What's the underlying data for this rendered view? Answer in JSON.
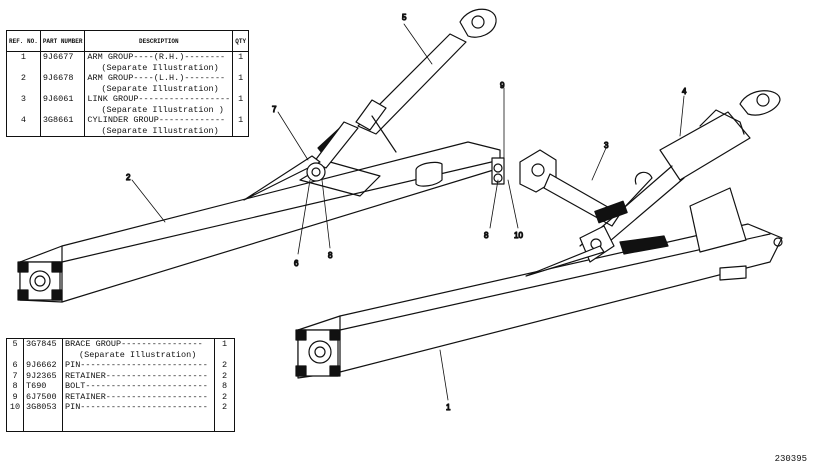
{
  "table_top": {
    "headers": {
      "ref": "REF. NO.",
      "part": "PART NUMBER",
      "desc": "DESCRIPTION",
      "qty": "QTY"
    },
    "rows": [
      {
        "ref": "1",
        "part": "9J6677",
        "desc": "ARM GROUP----(R.H.)--------",
        "qty": "1",
        "sub": "(Separate Illustration)"
      },
      {
        "ref": "2",
        "part": "9J6678",
        "desc": "ARM GROUP----(L.H.)--------",
        "qty": "1",
        "sub": "(Separate Illustration)"
      },
      {
        "ref": "3",
        "part": "9J6061",
        "desc": "LINK GROUP------------------",
        "qty": "1",
        "sub": "(Separate Illustration )"
      },
      {
        "ref": "4",
        "part": "3G8661",
        "desc": "CYLINDER GROUP-------------",
        "qty": "1",
        "sub": "(Separate Illustration)"
      }
    ]
  },
  "table_bottom": {
    "rows": [
      {
        "ref": "5",
        "part": "3G7845",
        "desc": "BRACE GROUP----------------",
        "qty": "1",
        "sub": "(Separate Illustration)"
      },
      {
        "ref": "6",
        "part": "9J6662",
        "desc": "PIN-------------------------",
        "qty": "2"
      },
      {
        "ref": "7",
        "part": "9J2365",
        "desc": "RETAINER--------------------",
        "qty": "2"
      },
      {
        "ref": "8",
        "part": "T690",
        "desc": "BOLT------------------------",
        "qty": "8"
      },
      {
        "ref": "9",
        "part": "6J7500",
        "desc": "RETAINER--------------------",
        "qty": "2"
      },
      {
        "ref": "10",
        "part": "3G8053",
        "desc": "PIN-------------------------",
        "qty": "2"
      }
    ]
  },
  "callouts": {
    "c1": "1",
    "c2": "2",
    "c3": "3",
    "c4": "4",
    "c5": "5",
    "c6": "6",
    "c7": "7",
    "c8a": "8",
    "c8b": "8",
    "c9": "9",
    "c10": "10"
  },
  "figure_id": "230395"
}
